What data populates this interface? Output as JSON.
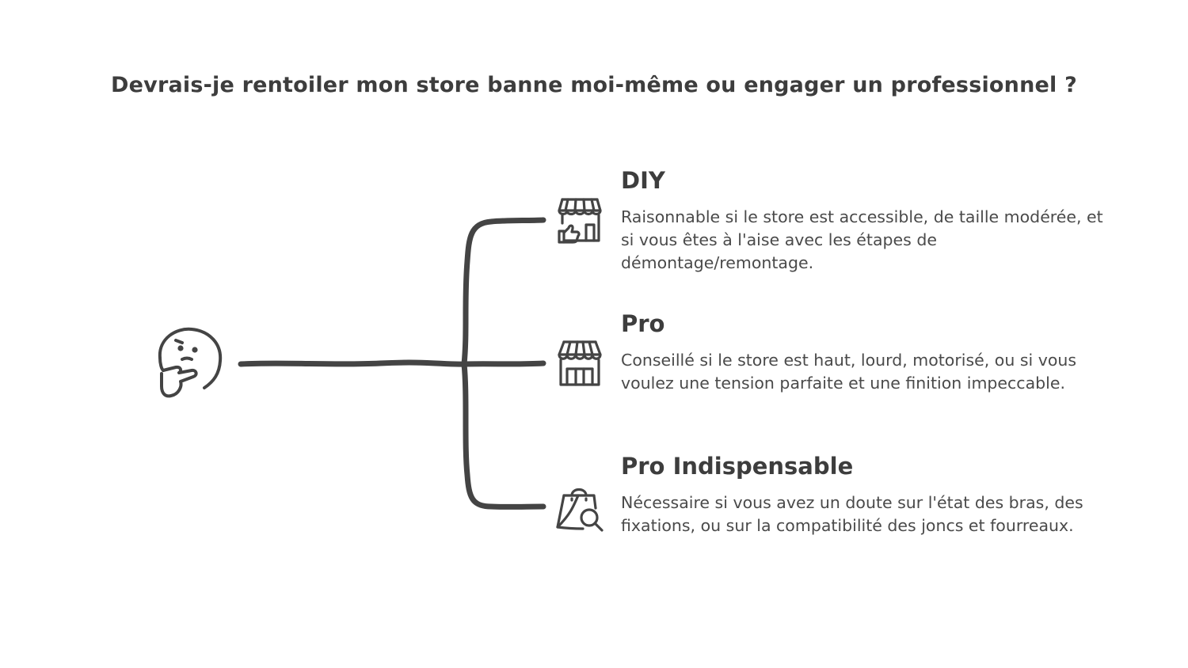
{
  "title": "Devrais-je rentoiler mon store banne moi-même ou engager un professionnel ?",
  "colors": {
    "stroke": "#444444",
    "text": "#3d3d3d",
    "background": "#ffffff"
  },
  "root_icon": "thinking-face-icon",
  "options": [
    {
      "title": "DIY",
      "description": "Raisonnable si le store est accessible, de taille modérée, et si vous êtes à l'aise avec les étapes de démontage/remontage.",
      "icon": "storefront-thumbs-up-icon"
    },
    {
      "title": "Pro",
      "description": "Conseillé si le store est haut, lourd, motorisé, ou si vous voulez une tension parfaite et une finition impeccable.",
      "icon": "storefront-icon"
    },
    {
      "title": "Pro Indispensable",
      "description": "Nécessaire si vous avez un doute sur l'état des bras, des fixations, ou sur la compatibilité des joncs et fourreaux.",
      "icon": "shopping-bag-search-icon"
    }
  ]
}
